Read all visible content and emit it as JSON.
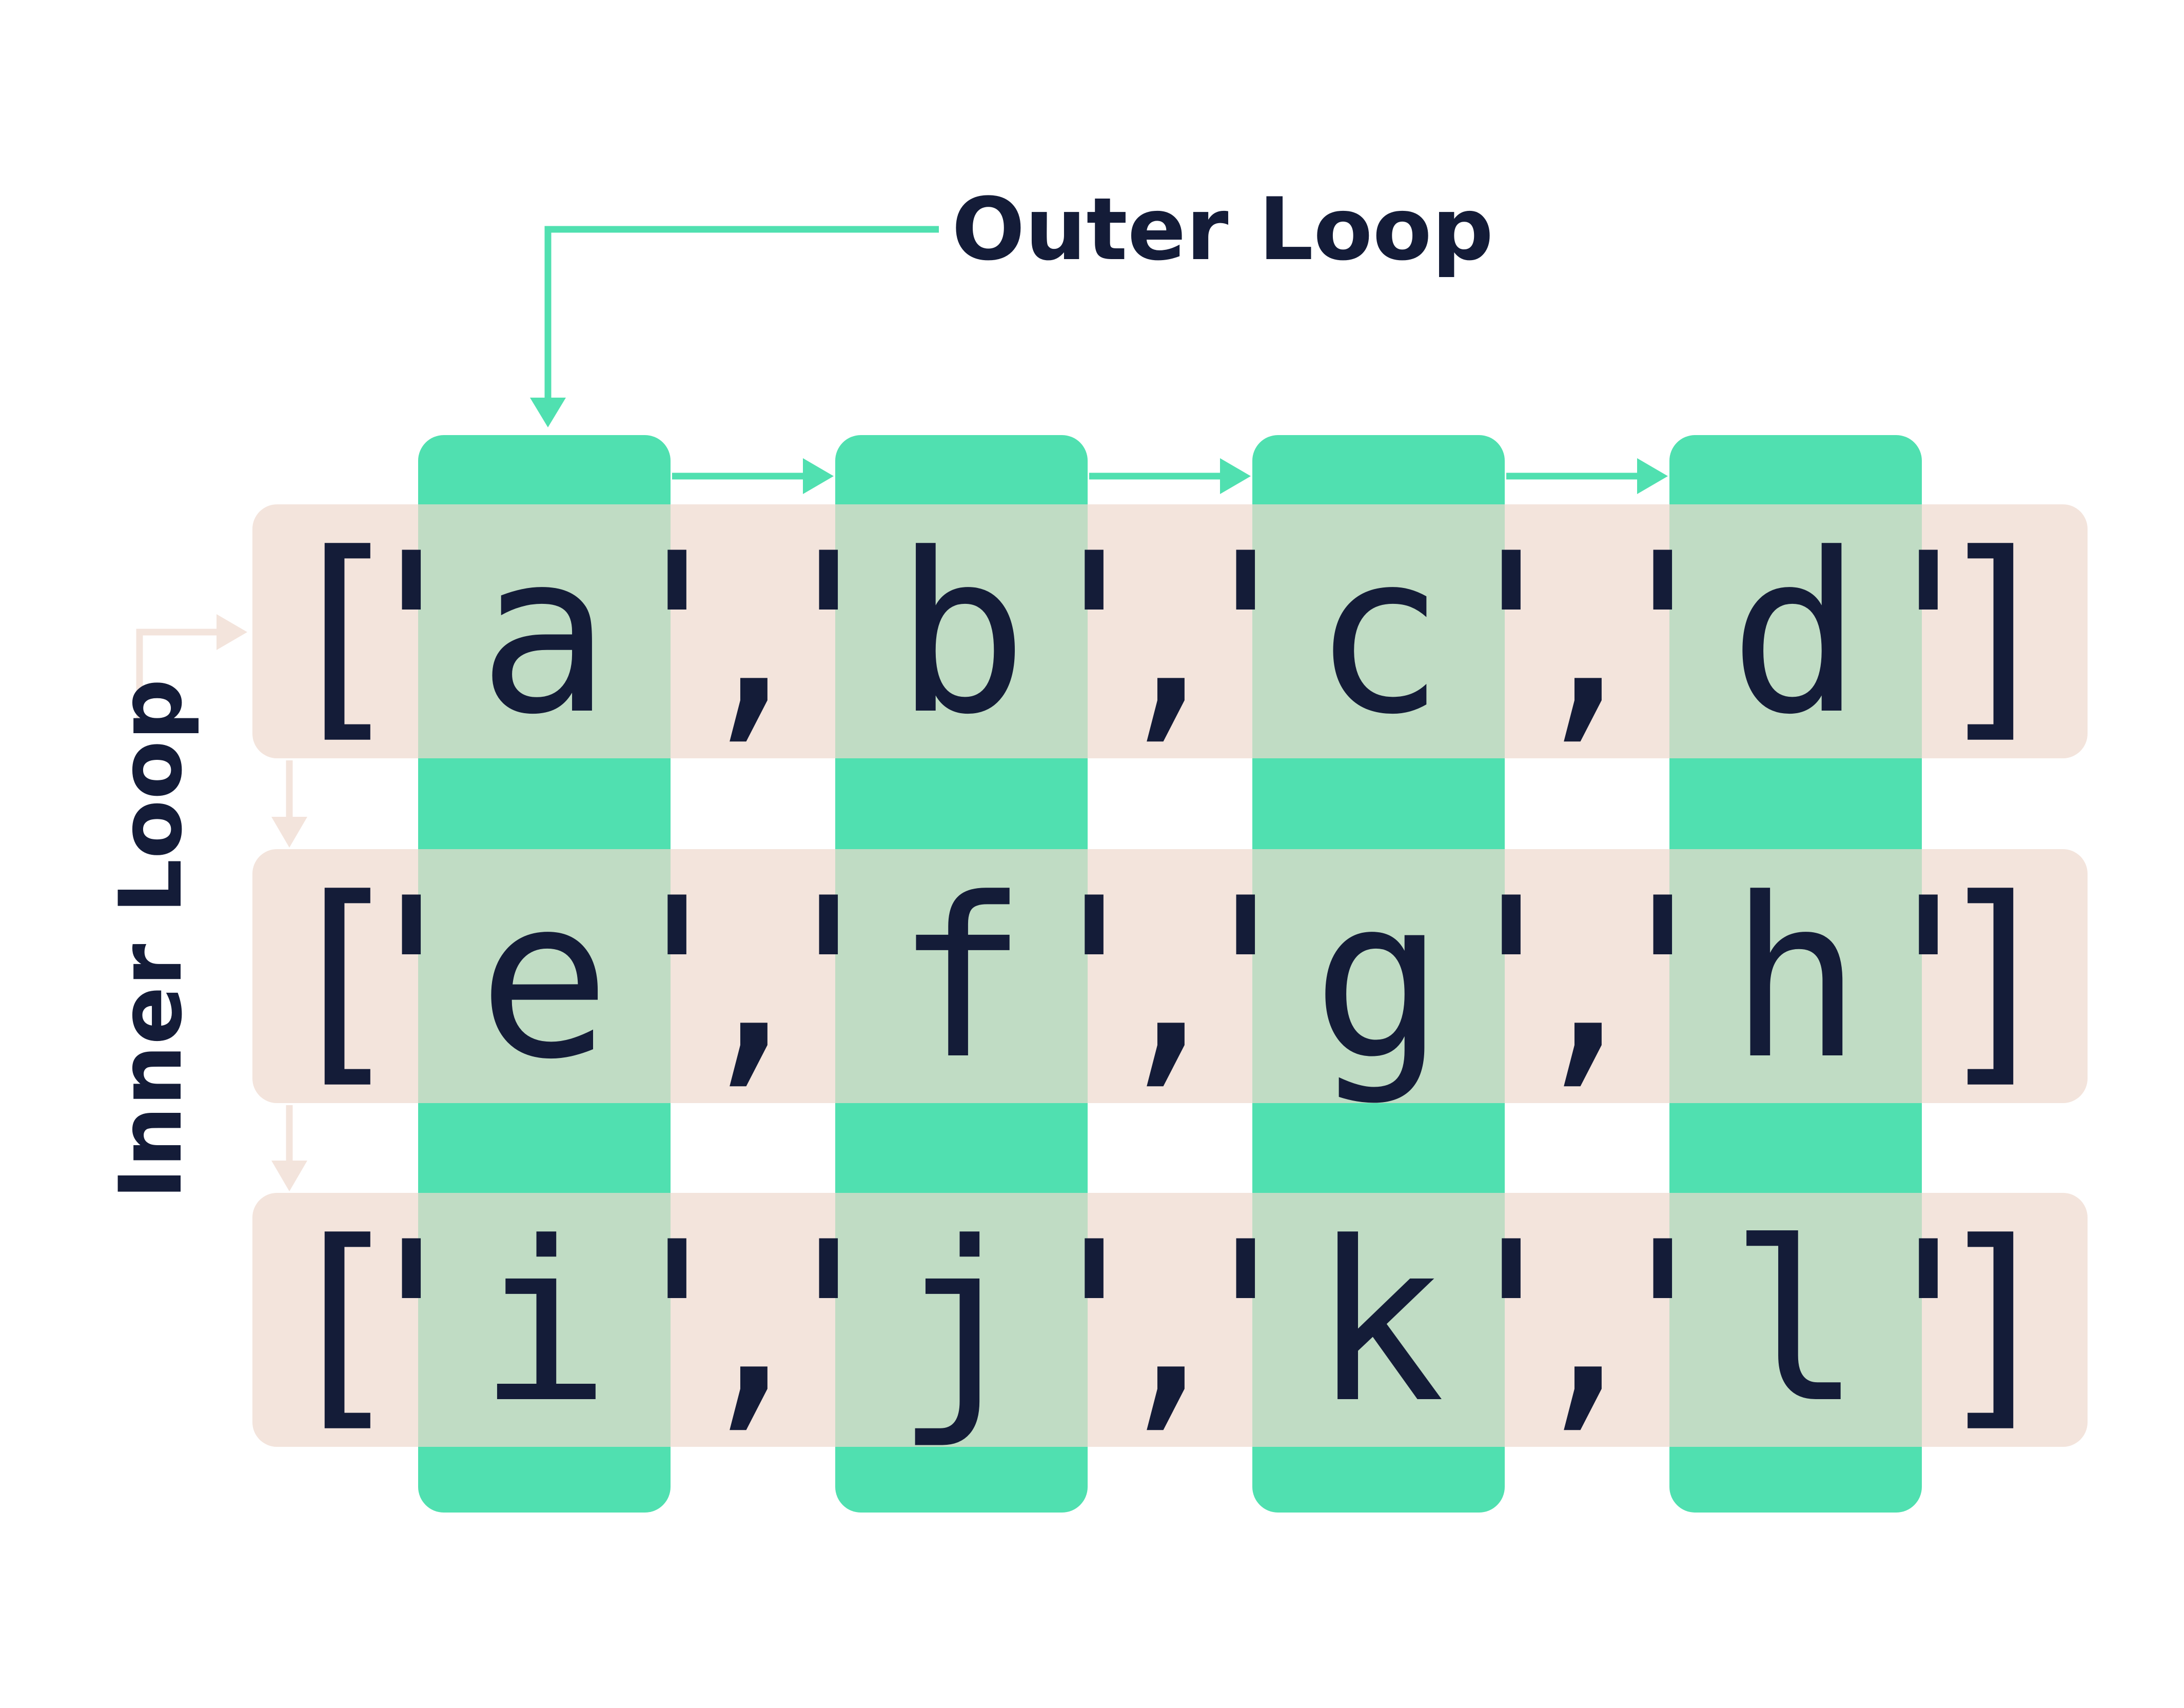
{
  "labels": {
    "outer_loop": "Outer Loop",
    "inner_loop": "Inner Loop"
  },
  "rows": [
    {
      "open": "[",
      "items": [
        "'a'",
        "'b'",
        "'c'",
        "'d'"
      ],
      "separators": [
        ",",
        ",",
        ","
      ],
      "close": "]"
    },
    {
      "open": "[",
      "items": [
        "'e'",
        "'f'",
        "'g'",
        "'h'"
      ],
      "separators": [
        ",",
        ",",
        ","
      ],
      "close": "]"
    },
    {
      "open": "[",
      "items": [
        "'i'",
        "'j'",
        "'k'",
        "'l'"
      ],
      "separators": [
        ",",
        ",",
        ","
      ],
      "close": "]"
    }
  ],
  "colors": {
    "outer_loop": "#50e0b0",
    "inner_loop": "#f3e4dc",
    "intersection": "#c0dcc4",
    "text": "#141c38",
    "background": "#ffffff"
  }
}
